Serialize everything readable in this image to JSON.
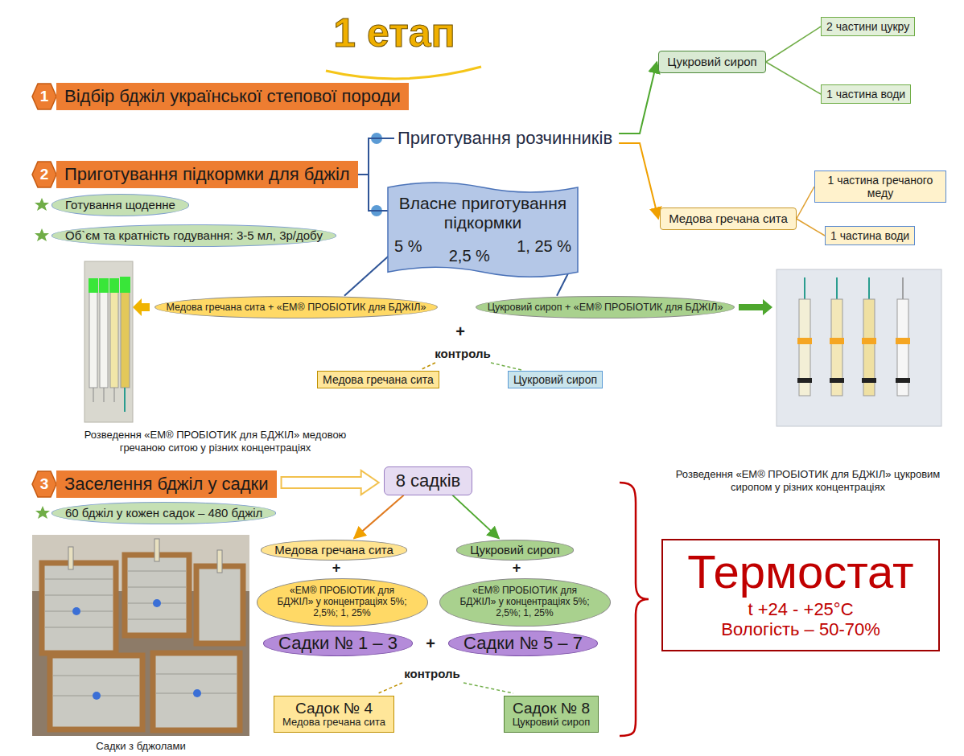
{
  "diagram": {
    "title": "1 етап",
    "nodes": [
      {
        "text": [
          "1"
        ]
      },
      {
        "text": [
          "Відбір бджіл української степової породи"
        ]
      },
      {
        "text": [
          "2"
        ]
      },
      {
        "text": [
          "Приготування підкормки для бджіл"
        ]
      },
      {
        "text": [
          "Готування щоденне"
        ]
      },
      {
        "text": [
          "Об`єм та кратність годування: 3-5 мл, 3р/добу"
        ]
      },
      {
        "text": [
          "Приготування розчинників"
        ]
      },
      {
        "text": [
          "Цукровий сироп"
        ]
      },
      {
        "text": [
          "2 частини цукру"
        ]
      },
      {
        "text": [
          "1 частина води"
        ]
      },
      {
        "text": [
          "Медова гречана сита"
        ]
      },
      {
        "text": [
          "1 частина гречаного меду"
        ]
      },
      {
        "text": [
          "1 частина води"
        ]
      },
      {
        "text": [
          "Власне приготування підкормки",
          "5 %",
          "2,5 %",
          "1, 25 %"
        ]
      },
      {
        "text": [
          "Медова гречана сита + «ЕМ® ПРОБІОТИК для БДЖІЛ»"
        ]
      },
      {
        "text": [
          "Цукровий сироп + «ЕМ® ПРОБІОТИК для БДЖІЛ»"
        ]
      },
      {
        "text": [
          "Медова гречана сита"
        ]
      },
      {
        "text": [
          "Цукровий сироп"
        ]
      },
      {
        "text": [
          "3"
        ]
      },
      {
        "text": [
          "Заселення бджіл у садки"
        ]
      },
      {
        "text": [
          "60 бджіл у кожен садок – 480 бджіл"
        ]
      },
      {
        "text": [
          "8 садків"
        ]
      },
      {
        "text": [
          "Медова гречана сита"
        ]
      },
      {
        "text": [
          "Цукровий сироп"
        ]
      },
      {
        "text": [
          "«ЕМ® ПРОБІОТИК для БДЖІЛ» у концентраціях 5%; 2,5%; 1, 25%"
        ]
      },
      {
        "text": [
          "«ЕМ® ПРОБІОТИК для БДЖІЛ» у концентраціях 5%; 2,5%; 1, 25%"
        ]
      },
      {
        "text": [
          "Садки № 1 – 3"
        ]
      },
      {
        "text": [
          "Садки № 5 – 7"
        ]
      },
      {
        "text": [
          "Садок № 4",
          "Медова гречана сита"
        ]
      },
      {
        "text": [
          "Садок № 8",
          "Цукровий сироп"
        ]
      },
      {
        "text": [
          "Термостат",
          "t +24 - +25°C",
          "Вологість – 50-70%"
        ]
      }
    ],
    "edges": [
      {
        "from": 3,
        "to": 6,
        "arrow": "none"
      },
      {
        "from": 3,
        "to": 13,
        "arrow": "none"
      },
      {
        "from": 6,
        "to": 7,
        "arrow": "to"
      },
      {
        "from": 6,
        "to": 10,
        "arrow": "to"
      },
      {
        "from": 7,
        "to": 8,
        "arrow": "none"
      },
      {
        "from": 7,
        "to": 9,
        "arrow": "none"
      },
      {
        "from": 10,
        "to": 11,
        "arrow": "none"
      },
      {
        "from": 10,
        "to": 12,
        "arrow": "none"
      },
      {
        "from": 13,
        "to": 14,
        "arrow": "none"
      },
      {
        "from": 13,
        "to": 15,
        "arrow": "none"
      },
      {
        "from": 19,
        "to": 21,
        "arrow": "to"
      },
      {
        "from": 21,
        "to": 22,
        "arrow": "to"
      },
      {
        "from": 21,
        "to": 23,
        "arrow": "to"
      }
    ],
    "labels": [
      "+",
      "контроль",
      "Розведення «ЕМ® ПРОБІОТИК для БДЖІЛ» медовою гречаною ситою у різних концентраціях",
      "Розведення «ЕМ® ПРОБІОТИК для БДЖІЛ» цукровим сиропом у різних концентраціях",
      "+",
      "+",
      "+",
      "контроль",
      "Садки з бджолами"
    ]
  }
}
